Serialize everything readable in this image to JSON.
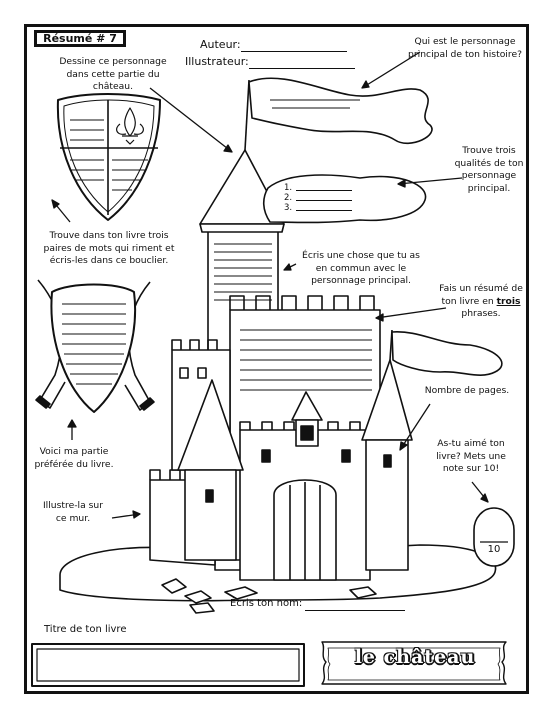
{
  "header": {
    "badge": "Résumé # 7",
    "author_label": "Auteur:",
    "illustrator_label": "Illustrateur:"
  },
  "prompts": {
    "draw_character": "Dessine ce personnage dans cette partie du château.",
    "main_character": "Qui est le personnage principal de ton histoire?",
    "three_qualities": "Trouve trois qualités de ton personnage principal.",
    "rhyming_words": "Trouve dans ton livre trois paires de mots qui riment et écris-les dans ce bouclier.",
    "in_common": "Écris une chose que tu as en commun avec le personnage principal.",
    "summary_pre": "Fais un résumé de ton livre en",
    "summary_bold": "trois",
    "summary_post": "phrases.",
    "pages": "Nombre de pages.",
    "rating": "As-tu aimé ton livre? Mets une note sur 10!",
    "favorite_part": "Voici ma partie préférée du livre.",
    "illustrate": "Illustre-la sur ce mur.",
    "write_name": "Écris ton nom:",
    "book_title": "Titre de ton livre"
  },
  "qualities_list": [
    "1.",
    "2.",
    "3."
  ],
  "rating_denominator": "10",
  "footer_banner": "le château",
  "icons": {
    "shield": "fleur-de-lis-shield-icon",
    "banner": "scroll-banner-icon",
    "castle": "castle-illustration-icon"
  }
}
